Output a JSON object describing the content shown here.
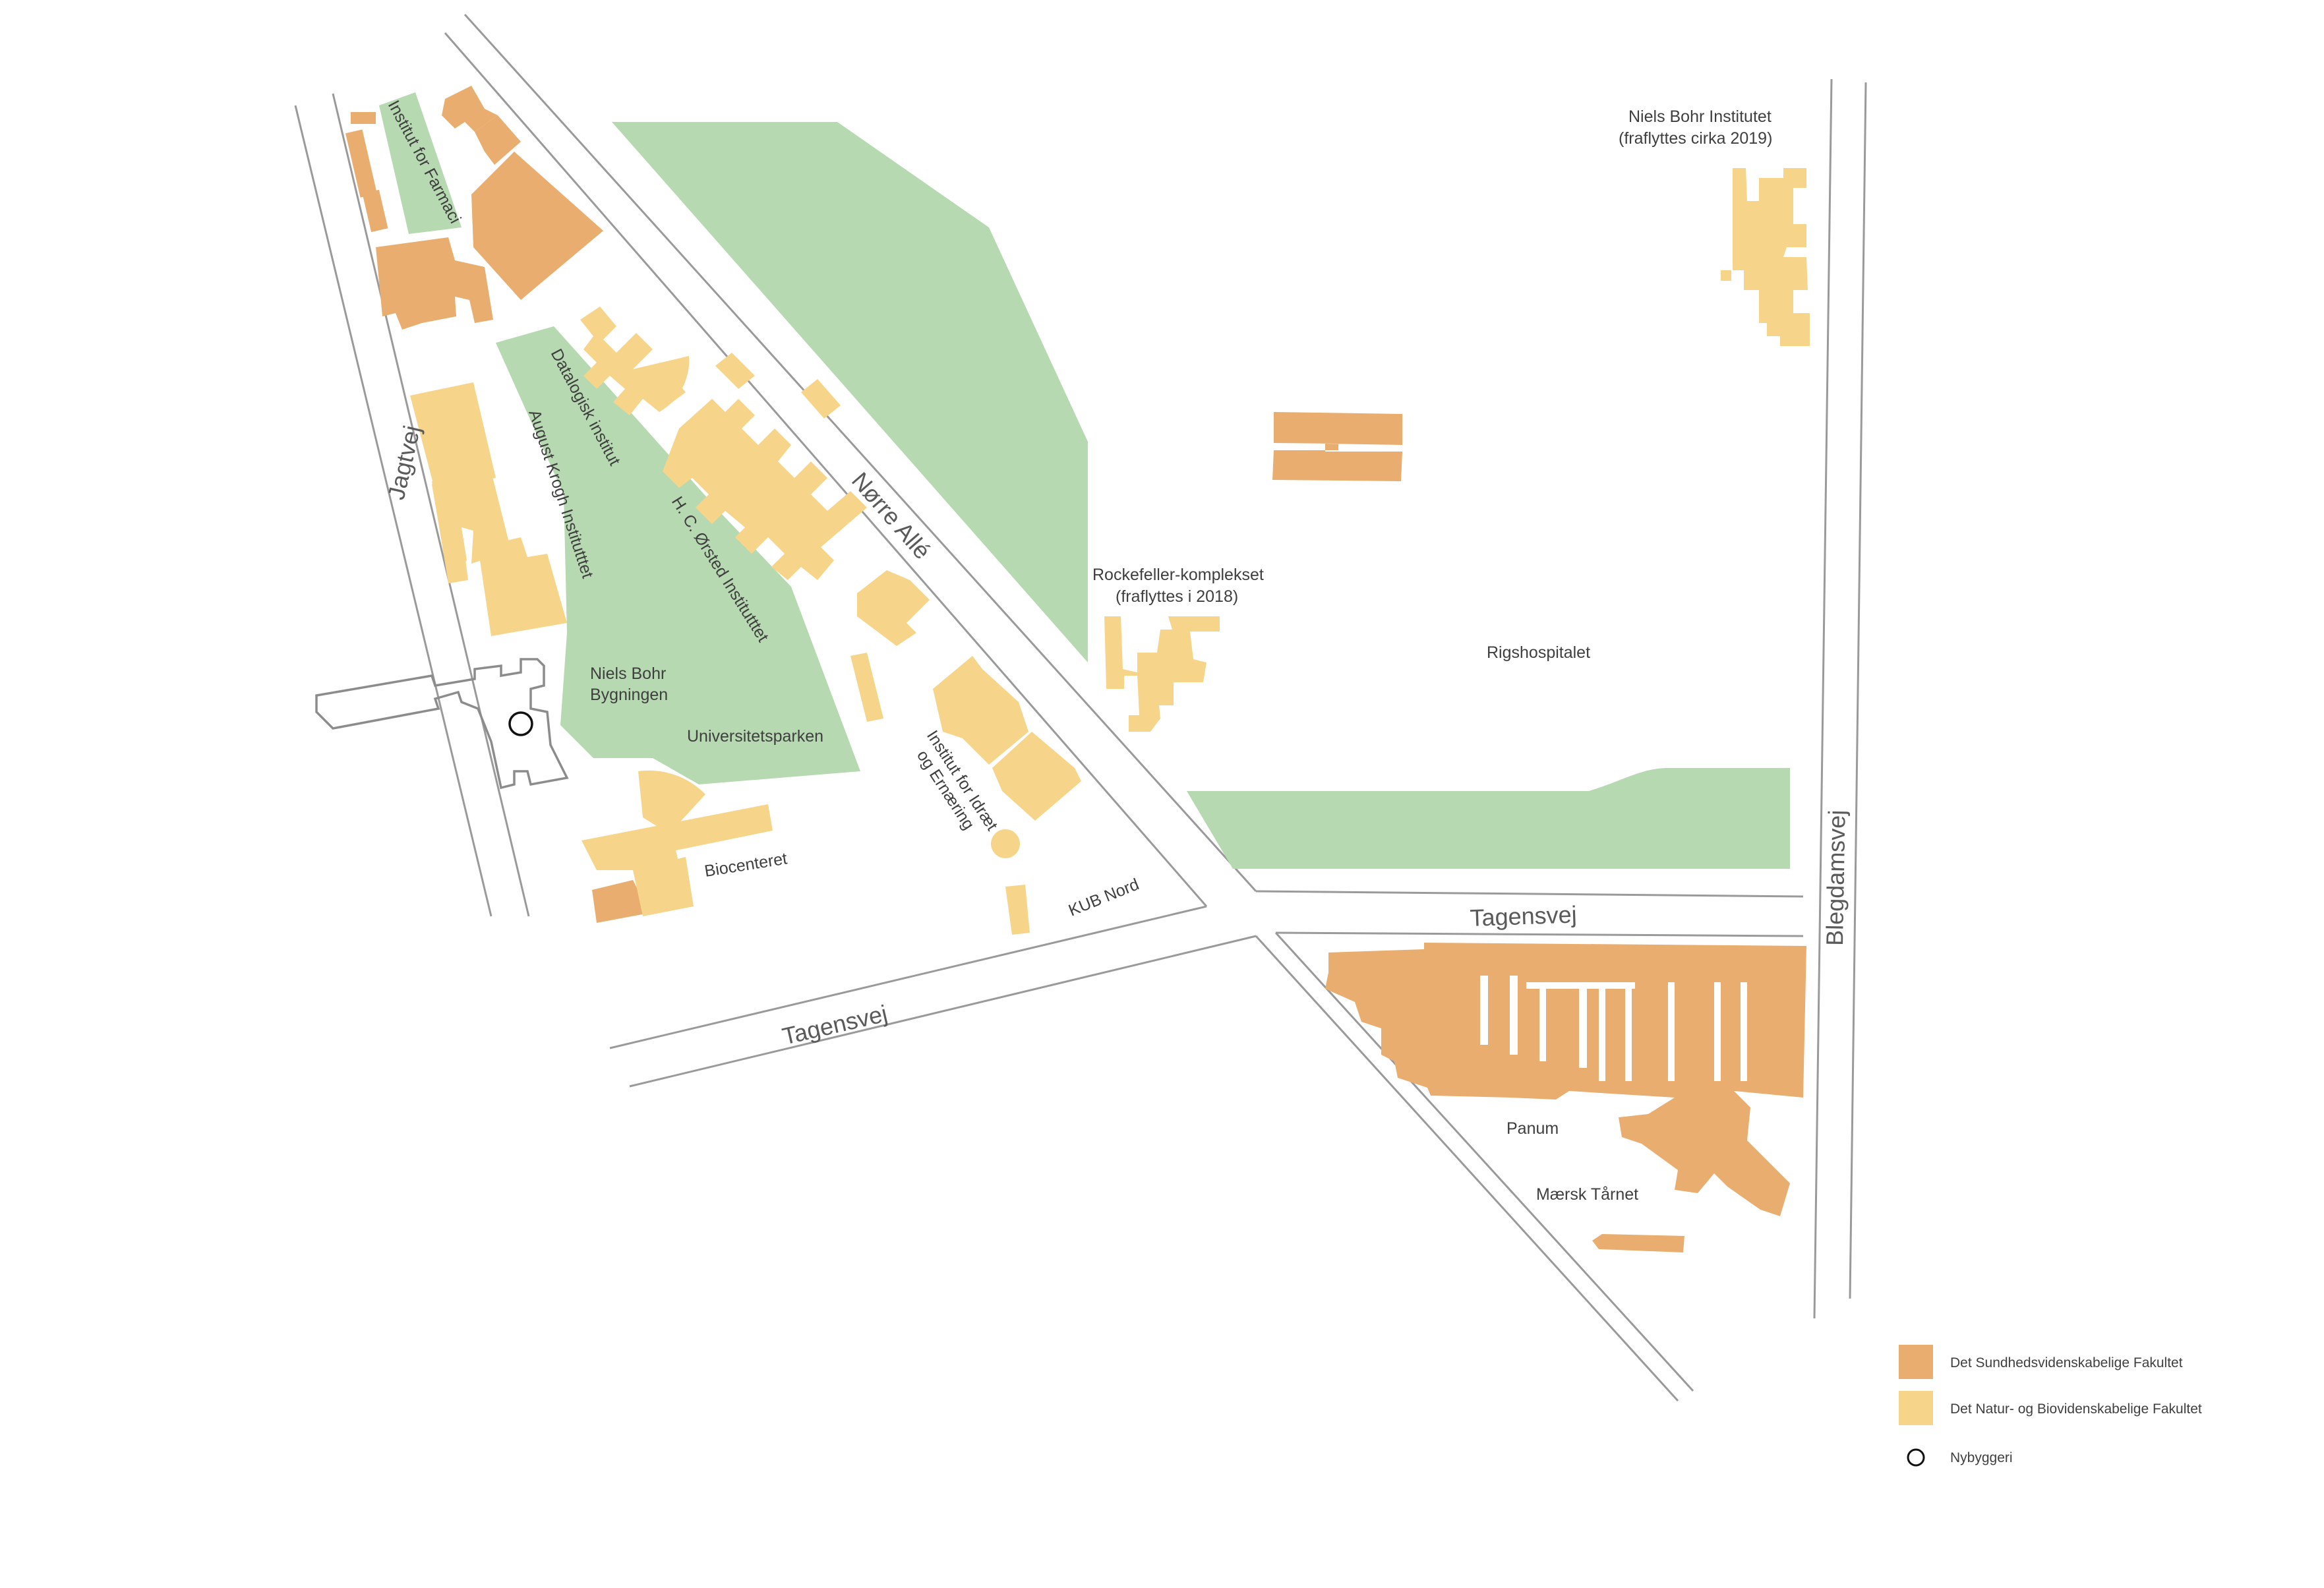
{
  "streets": {
    "jagtvej": "Jagtvej",
    "norre_alle": "Nørre Allé",
    "tagensvej_west": "Tagensvej",
    "tagensvej_east": "Tagensvej",
    "blegdamsvej": "Blegdamsvej"
  },
  "labels": {
    "farmaci": "Institut for Farmaci",
    "datalogisk": "Datalogisk institut",
    "august_krogh": "August Krogh Institutttet",
    "orsted": "H. C. Ørsted Institutttet",
    "niels_bohr_bygningen_l1": "Niels Bohr",
    "niels_bohr_bygningen_l2": "Bygningen",
    "universitetsparken": "Universitetsparken",
    "biocenteret": "Biocenteret",
    "idraet_l1": "Institut for Idræt",
    "idraet_l2": "og Ernæring",
    "kub_nord": "KUB Nord",
    "rockefeller_l1": "Rockefeller-komplekset",
    "rockefeller_l2": "(fraflyttes i 2018)",
    "rigshospitalet": "Rigshospitalet",
    "nbi_l1": "Niels Bohr Institutet",
    "nbi_l2": "(fraflyttes cirka 2019)",
    "panum": "Panum",
    "maersk": "Mærsk Tårnet"
  },
  "legend": {
    "items": [
      {
        "label": "Det Sundhedsvidenskabelige Fakultet",
        "color": "#e9ad6f",
        "symbol": "square"
      },
      {
        "label": "Det Natur- og Biovidenskabelige Fakultet",
        "color": "#f6d58a",
        "symbol": "square"
      },
      {
        "label": "Nybyggeri",
        "color": "#000000",
        "symbol": "circle"
      }
    ]
  },
  "colors": {
    "park": "#b7d9b1",
    "sund": "#e9ad6f",
    "natbio": "#f6d58a",
    "road": "#9a9a9a"
  }
}
